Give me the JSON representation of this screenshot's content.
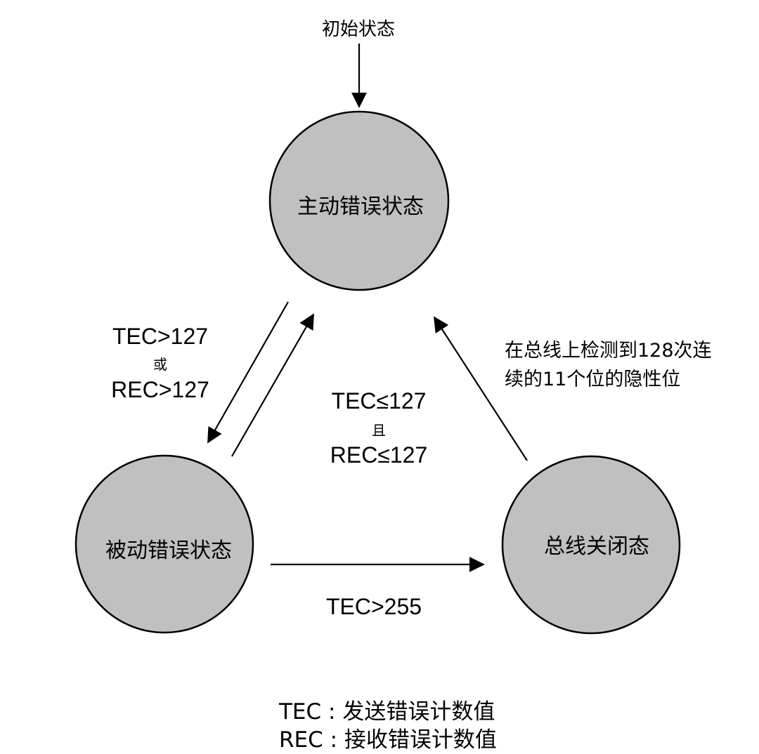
{
  "initial_label": "初始状态",
  "states": {
    "active": "主动错误状态",
    "passive": "被动错误状态",
    "busoff": "总线关闭态"
  },
  "transitions": {
    "active_to_passive": {
      "line1": "TEC>127",
      "joiner": "或",
      "line2": "REC>127"
    },
    "passive_to_active": {
      "line1": "TEC≤127",
      "joiner": "且",
      "line2": "REC≤127"
    },
    "passive_to_busoff": "TEC>255",
    "busoff_to_active": {
      "line1": "在总线上检测到128次连",
      "line2": "续的11个位的隐性位"
    }
  },
  "legend": {
    "tec": "TEC : 发送错误计数值",
    "rec": "REC : 接收错误计数值"
  },
  "colors": {
    "node_fill": "#c0c0c0",
    "stroke": "#000000"
  }
}
